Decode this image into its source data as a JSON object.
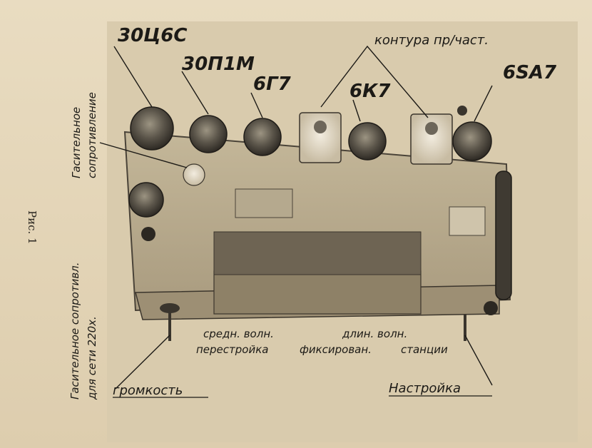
{
  "figure_caption": "Рис. 1",
  "tube_labels": {
    "t1": "30Ц6С",
    "t2": "30П1М",
    "t3": "6Г7",
    "t4": "6К7",
    "t5": "6SA7"
  },
  "coils_label": "контура пр/част.",
  "resistor_label_1": "Гасительное",
  "resistor_label_2": "сопротивление",
  "mains_resistor_label_1": "Гасительное сопротивл.",
  "mains_resistor_label_2": "для сети 220х.",
  "switch_labels": {
    "mw": "средн. волн.",
    "lw": "длин. волн.",
    "retune": "перестройка",
    "fixed": "фиксирован.",
    "stations": "станции"
  },
  "volume_label": "громкость",
  "tuning_label": "Настройка",
  "colors": {
    "paper": "#e6d9bd",
    "ink": "#1c1a16",
    "chassis": "#b9ab8f",
    "tube_glass": "#6d665a"
  }
}
